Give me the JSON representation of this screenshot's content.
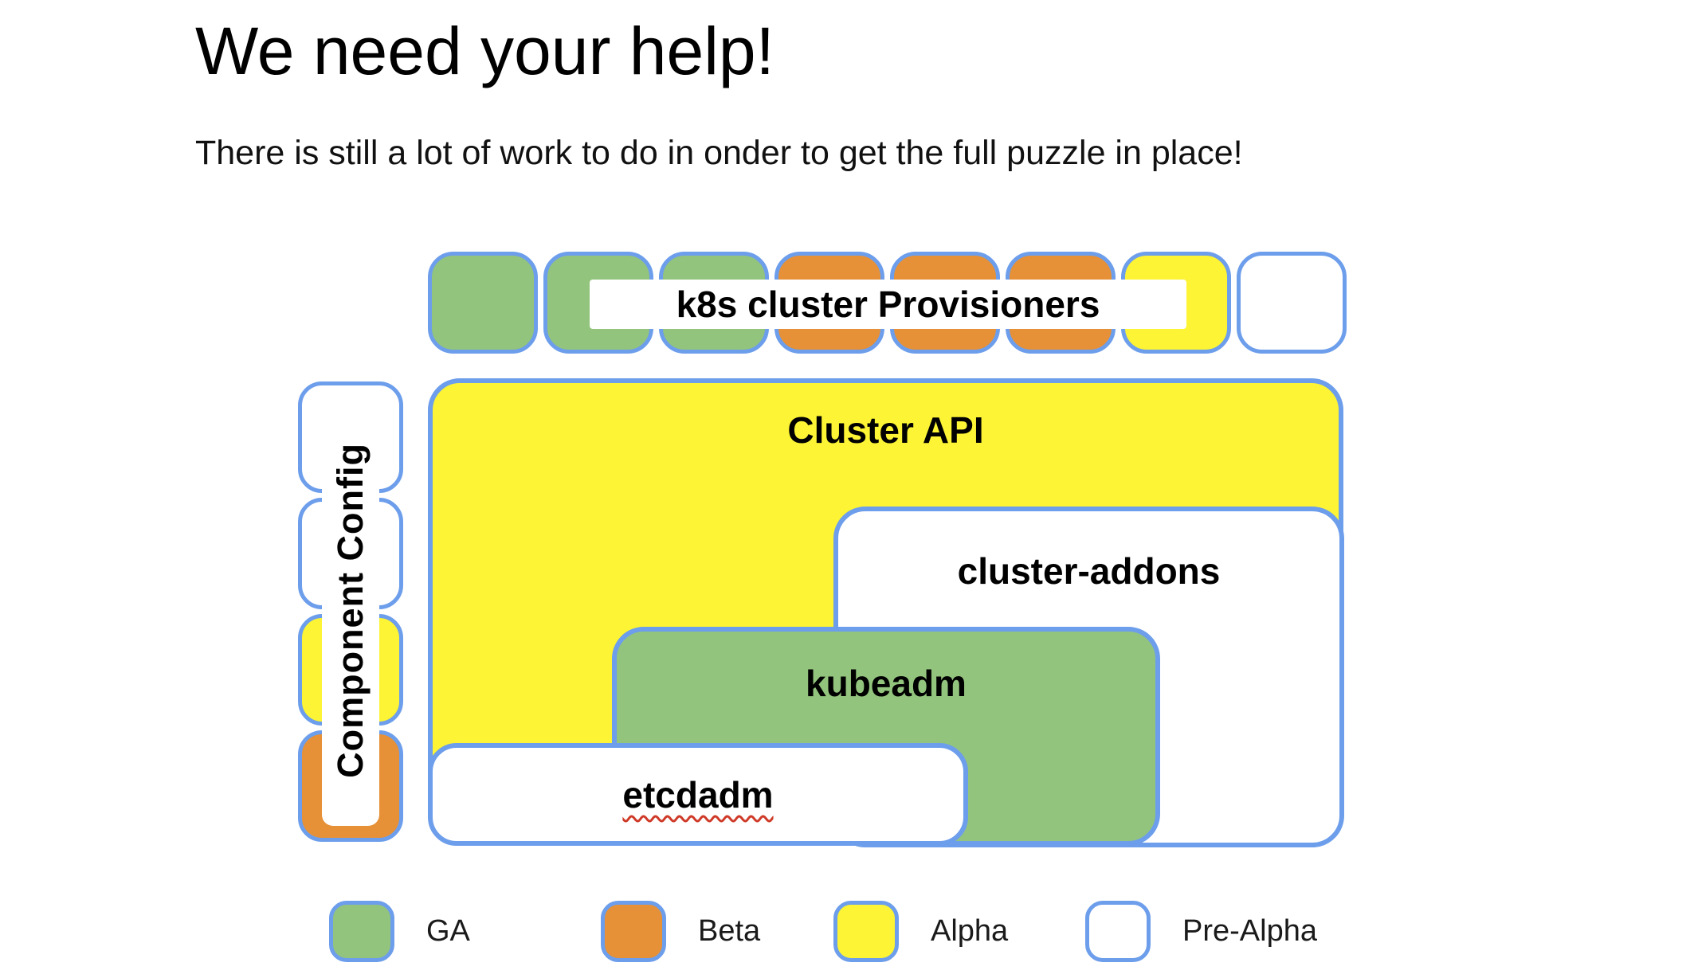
{
  "title": "We need your help!",
  "subtitle": "There is still a lot of work to do in onder to get the full puzzle in place!",
  "colors": {
    "border": "#6d9eeb",
    "ga": "#93c47d",
    "beta": "#e69138",
    "alpha": "#fcf434",
    "pre_alpha": "#ffffff",
    "squiggle": "#cf3a28"
  },
  "diagram": {
    "top_row": {
      "label": "k8s cluster Provisioners",
      "pieces": [
        "ga",
        "ga",
        "ga",
        "beta",
        "beta",
        "beta",
        "alpha",
        "pre_alpha"
      ]
    },
    "left_column": {
      "label": "Component Config",
      "pieces": [
        "pre_alpha",
        "pre_alpha",
        "alpha",
        "beta"
      ]
    },
    "boxes": {
      "cluster_api": {
        "label": "Cluster API",
        "status": "alpha"
      },
      "cluster_addons": {
        "label": "cluster-addons",
        "status": "pre_alpha"
      },
      "kubeadm": {
        "label": "kubeadm",
        "status": "ga"
      },
      "etcdadm": {
        "label": "etcdadm",
        "status": "pre_alpha"
      }
    }
  },
  "legend": {
    "items": [
      {
        "label": "GA",
        "status": "ga"
      },
      {
        "label": "Beta",
        "status": "beta"
      },
      {
        "label": "Alpha",
        "status": "alpha"
      },
      {
        "label": "Pre-Alpha",
        "status": "pre_alpha"
      }
    ]
  }
}
